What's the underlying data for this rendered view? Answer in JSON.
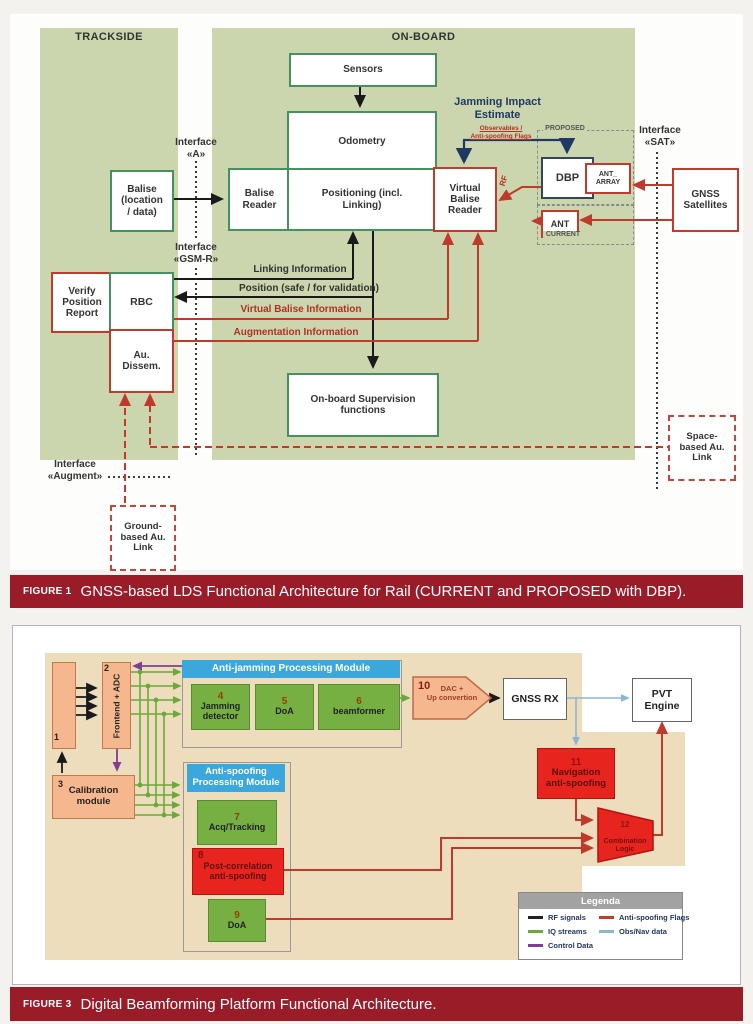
{
  "colors": {
    "caption_band": "#9a1c29",
    "panel_green": "#ccd6ae",
    "panel_tan": "#edddbd",
    "green_box": "#76b043",
    "red_box": "#e8241f",
    "salmon_box": "#f5b88e",
    "blue_header": "#3ba7dc",
    "line_red": "#c0392b",
    "line_navy": "#1f3864",
    "line_green": "#6aaa3a",
    "line_purple": "#7d3f98",
    "line_blue": "#8ab6d4"
  },
  "fig1": {
    "headers": {
      "trackside": "TRACKSIDE",
      "onboard": "ON-BOARD"
    },
    "boxes": {
      "sensors": "Sensors",
      "odometry": "Odometry",
      "balise_reader": "Balise\nReader",
      "positioning": "Positioning (incl.\nLinking)",
      "vbr": "Virtual\nBalise\nReader",
      "balise": "Balise\n(location\n/ data)",
      "verify": "Verify\nPosition\nReport",
      "rbc": "RBC",
      "au_dissem": "Au.\nDissem.",
      "supervision": "On-board Supervision\nfunctions",
      "dbp": "DBP",
      "ant_array": "ANT_\nARRAY",
      "ant": "ANT",
      "gnss_sat": "GNSS\nSatellites",
      "ground_link": "Ground-\nbased Au.\nLink",
      "space_link": "Space-\nbased Au.\nLink"
    },
    "labels": {
      "interface_a": "Interface\n«A»",
      "interface_gsmr": "Interface\n«GSM-R»",
      "interface_sat": "Interface\n«SAT»",
      "interface_augment": "Interface\n«Augment»",
      "jamming_impact": "Jamming Impact\nEstimate",
      "observables": "Observables /\nAnti-spoofing Flags",
      "rf": "RF",
      "proposed": "PROPOSED",
      "current": "CURRENT",
      "linking": "Linking Information",
      "position": "Position (safe / for validation)",
      "vb_info": "Virtual Balise Information",
      "aug_info": "Augmentation Information"
    },
    "caption": {
      "tag": "FIGURE 1",
      "text": "GNSS-based LDS Functional Architecture for Rail (CURRENT and PROPOSED with DBP)."
    }
  },
  "fig3": {
    "headers": {
      "anti_jamming": "Anti-jamming Processing Module",
      "anti_spoofing": "Anti-spoofing\nProcessing Module"
    },
    "boxes": {
      "antenna": {
        "num": "1"
      },
      "frontend": {
        "num": "2",
        "label": "Frontend + ADC"
      },
      "calibration": {
        "num": "3",
        "label": "Calibration\nmodule"
      },
      "jamming_detector": {
        "num": "4",
        "label": "Jamming\ndetector"
      },
      "doa_jam": {
        "num": "5",
        "label": "DoA"
      },
      "beamformer": {
        "num": "6",
        "label": "beamformer"
      },
      "acq_tracking": {
        "num": "7",
        "label": "Acq/Tracking"
      },
      "post_correlation": {
        "num": "8",
        "label": "Post-correlation\nanti-spoofing"
      },
      "doa_spoof": {
        "num": "9",
        "label": "DoA"
      },
      "dac": {
        "num": "10",
        "label": "DAC +\nUp convertion"
      },
      "gnss_rx": {
        "label": "GNSS RX"
      },
      "pvt": {
        "label": "PVT\nEngine"
      },
      "nav_antispoofing": {
        "num": "11",
        "label": "Navigation\nanti-spoofing"
      },
      "combination": {
        "num": "12",
        "label": "Combination\nLogic"
      }
    },
    "legend": {
      "title": "Legenda",
      "items": [
        {
          "label": "RF signals",
          "color": "#222222"
        },
        {
          "label": "IQ streams",
          "color": "#6aaa3a"
        },
        {
          "label": "Control Data",
          "color": "#7d3f98"
        },
        {
          "label": "Anti-spoofing Flags",
          "color": "#c43a2e"
        },
        {
          "label": "Obs/Nav data",
          "color": "#8ab6d4"
        }
      ]
    },
    "caption": {
      "tag": "FIGURE 3",
      "text": "Digital Beamforming Platform Functional Architecture."
    }
  }
}
